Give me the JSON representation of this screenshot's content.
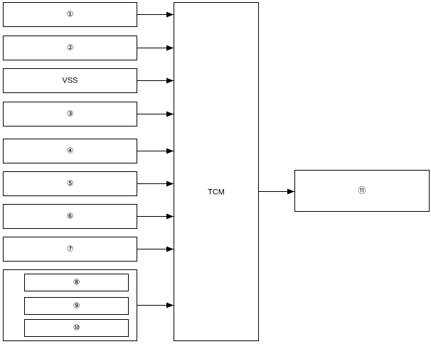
{
  "inputs": [
    {
      "id": "in1",
      "label": "①"
    },
    {
      "id": "in2",
      "label": "②"
    },
    {
      "id": "vss",
      "label": "VSS"
    },
    {
      "id": "in3",
      "label": "③"
    },
    {
      "id": "in4",
      "label": "④"
    },
    {
      "id": "in5",
      "label": "⑤"
    },
    {
      "id": "in6",
      "label": "⑥"
    },
    {
      "id": "in7",
      "label": "⑦"
    }
  ],
  "group": {
    "items": [
      {
        "id": "in8",
        "label": "⑧"
      },
      {
        "id": "in9",
        "label": "⑨"
      },
      {
        "id": "in10",
        "label": "⑩"
      }
    ]
  },
  "tcm": {
    "label": "TCM"
  },
  "output": {
    "label": "⑪"
  }
}
